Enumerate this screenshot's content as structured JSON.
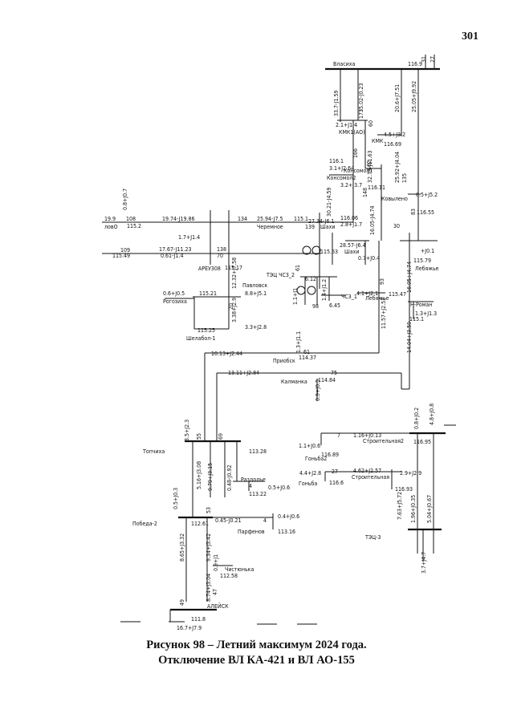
{
  "page_number": "301",
  "caption": {
    "line1": "Рисунок 98 – Летний максимум 2024 года.",
    "line2": "Отключение ВЛ КА-421 и ВЛ АО-155"
  },
  "labels": {
    "vlasikha": "Власиха",
    "v_116_9": "116.9",
    "top_31": "31",
    "top_27": "27",
    "f_33_7": "33.7-J1.59",
    "f_35_02": "35.02-J0.23",
    "f_20_6": "20.6+J7.51",
    "f_25_05": "25.05+J9.92",
    "n_173": "173",
    "n_60": "60",
    "kmk_f": "2.1+J1.4",
    "kmk1": "КМК1(АО)",
    "kmk": "КМК",
    "kmk_45": "4.5+J3.2",
    "v_116_69": "116.69",
    "f_32_79": "32.79-J11.63",
    "f_25_92": "25.92+J4.04",
    "v_116_1": "116.1",
    "kons_f": "3.1+J2.64",
    "konsomol2": "Консомол2",
    "konsomol1": "Консомол1",
    "n_166": "166",
    "n_162": "162",
    "kons_f2": "3.2+J3.7",
    "n_148": "148",
    "n_135": "135",
    "f_30_21": "30.21-J4.59",
    "v_116_11": "116.11",
    "kovylen": "Ковылено",
    "kov_f": "8.5+J5.2",
    "n_83": "83",
    "v_116_55": "116.55",
    "f_0_8": "0.8+J0.7",
    "l_19_9": "19.9",
    "n_108": "108",
    "lovo": "ловО",
    "v_115_2": "115.2",
    "f_19_74": "19.74-J19.86",
    "n_134": "134",
    "f_25_94": "25.94-J7.5",
    "v_115_1": "115.1",
    "f_27_34": "27.34-J6.1",
    "cheren": "Черемное",
    "n_139": "139",
    "v_116_06": "116.06",
    "shakhi": "Шахи",
    "chem_f": "2.8+J1.7",
    "v_116_08": "116.08",
    "f_16_05": "16.05-J4.74",
    "f_1_7": "1.7+J1.4",
    "n_109": "109",
    "f_17_67": "17.67-J11.23",
    "f_0_61": "0.61-J1.4",
    "n_138": "138",
    "n_70": "70",
    "v_115_49": "115.49",
    "v_115_63": "115.63",
    "shakhi2": "Шахи",
    "f_28_57": "28.57-J6.4",
    "f_0_7": "0.7+J0.4",
    "n_30": "30",
    "v_115_79": "115.79",
    "lebyazhye": "Лебяжье",
    "f_j01": "+J0.1",
    "areu": "АРЕУ308",
    "v_115_17": "115.17",
    "tec_ch3": "ТЭЦ  ЧС3_2",
    "n_61": "61",
    "n_6_12": "6.12",
    "pavlovsk": "Павловск",
    "pav_f": "8.8+J5.1",
    "chs3_1": "ЧС3_1",
    "f_1_4": "1.4+J1.2",
    "f_4_1": "4.1+J2.1",
    "v_115_47": "115.47",
    "leb2": "Лебяжье",
    "n_93": "93",
    "n_rom": "Н-Роман",
    "rom_f": "1.3+J1.3",
    "rog_f": "0.6+J0.5",
    "v_115_21": "115.21",
    "rogozikha": "Рогозиха",
    "f_3_38": "3.38+J2.9",
    "f_12_32": "12.32+J7.58",
    "n_20": "20",
    "v_6_45": "6.45",
    "f_1_1": "1.1+J1",
    "n_98": "98",
    "v_115_1b": "115.1",
    "f_11_57": "11.57+J2.53",
    "f_16_05b": "16.05+J4.74",
    "v_115_25": "115.25",
    "shelabol": "Шелабол-1",
    "shel_f": "3.3+J2.8",
    "f_14_04": "14.04+J3.59",
    "f_1_3": "1.3+J1.1",
    "f_10_13": "10.13+J2.44",
    "n_61b": "61",
    "priobsk": "Приобск",
    "v_114_37": "114.37",
    "f_13_11": "13.11+J2.84",
    "n_75": "75",
    "kalmanka": "Калманка",
    "v_114_84": "114.84",
    "f_0_9": "0.9+J0.5",
    "f_3_5": "3.5+J2.3",
    "f_4_8": "4.8+J0.8",
    "f_0_8b": "0.8+J0.2",
    "n_55": "55",
    "n_69": "69",
    "str_f": "1.16+J0.13",
    "strel2": "Строительная2",
    "v_116_95": "116.95",
    "topchikha": "Топчиха",
    "v_113_28": "113.28",
    "gon_f": "1.1+J0.6",
    "n_7": "7",
    "v_116_89": "116.89",
    "gonba2": "Гоньба2",
    "f_5_16": "5.16+J3.08",
    "f_9_79": "9.79+J3.15",
    "f_0_48": "0.48-J0.92",
    "razdol": "Раздолье",
    "n_4": "4",
    "v_113_22": "113.22",
    "razd_f": "0.5+J0.6",
    "gon_f2": "4.4+J2.8",
    "n_27": "27",
    "gonba": "Гоньба",
    "v_116_6": "116.6",
    "str_f2": "4.62+J2.57",
    "strel": "Строительная",
    "str3_f": "2.9+J2.9",
    "v_116_93": "116.93",
    "f_0_5": "0.5+J0.3",
    "f_7_63": "7.63+J5.72",
    "f_1_96": "1.96+J0.35",
    "f_5_04": "5.04+J0.67",
    "pobeda": "Победа-2",
    "v_112_61": "112.61",
    "n_53": "53",
    "f_0_45": "0.45-J0.21",
    "f_0_4": "0.4+J0.6",
    "n_4b": "4",
    "v_113_16": "113.16",
    "parfenov": "Парфенов",
    "f_8_65": "8.65+J3.32",
    "f_9_34": "9.34+J3.42",
    "f_0_9b": "0.9+J1",
    "chist": "Чистюнька",
    "v_112_58": "112.58",
    "tec3": "ТЭЦ-3",
    "f_3_7": "3.7+J4.7",
    "f_8_74": "8.74+J3.04",
    "n_47": "47",
    "aleysk": "АЛЕЙСК",
    "n_49": "49",
    "v_111_8": "111.8",
    "f_16_7": "16.7+J7.9"
  }
}
